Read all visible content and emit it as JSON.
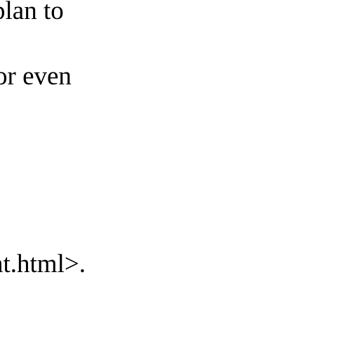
{
  "document": {
    "lines": [
      "plan to",
      "or even",
      "nt.html>."
    ]
  }
}
